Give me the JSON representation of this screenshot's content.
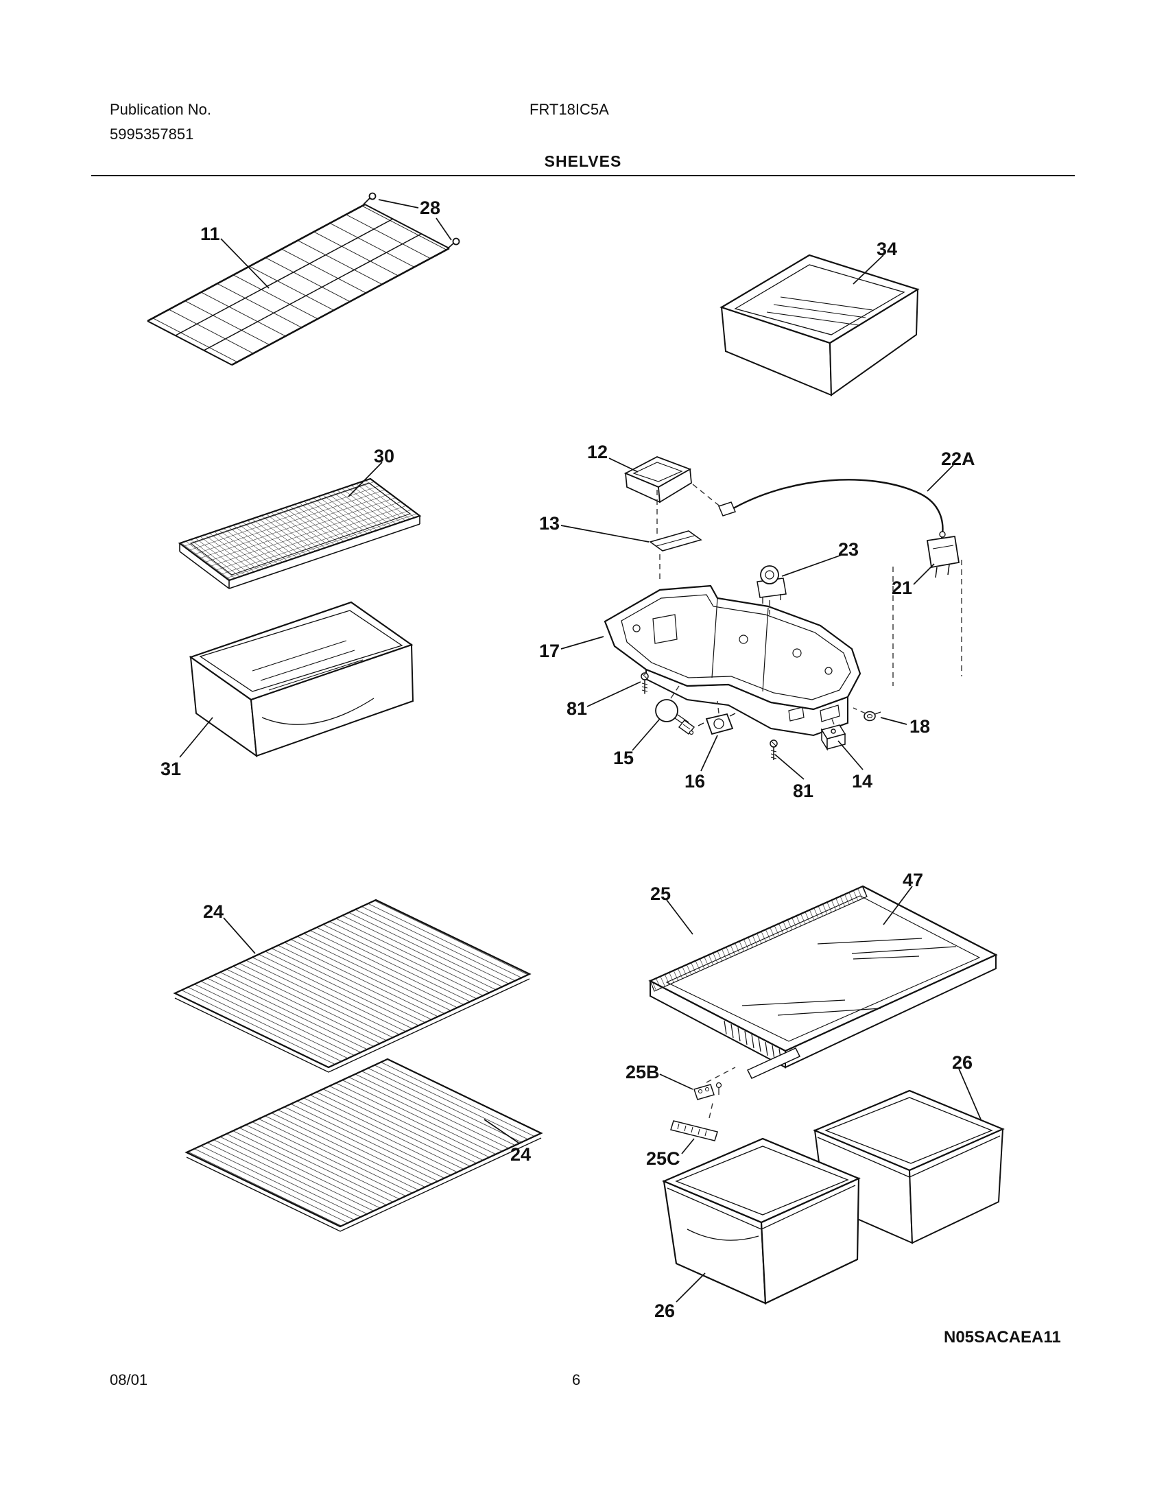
{
  "document": {
    "publication_label": "Publication No.",
    "publication_number": "5995357851",
    "model_number": "FRT18IC5A",
    "section_title": "SHELVES",
    "revision_date": "08/01",
    "page_number": "6",
    "diagram_code": "N05SACAEA11"
  },
  "colors": {
    "ink": "#111111",
    "paper": "#ffffff"
  },
  "callouts": [
    {
      "label": "28"
    },
    {
      "label": "11"
    },
    {
      "label": "34"
    },
    {
      "label": "30"
    },
    {
      "label": "12"
    },
    {
      "label": "22A"
    },
    {
      "label": "13"
    },
    {
      "label": "23"
    },
    {
      "label": "21"
    },
    {
      "label": "17"
    },
    {
      "label": "81"
    },
    {
      "label": "15"
    },
    {
      "label": "16"
    },
    {
      "label": "81"
    },
    {
      "label": "14"
    },
    {
      "label": "18"
    },
    {
      "label": "31"
    },
    {
      "label": "24"
    },
    {
      "label": "25"
    },
    {
      "label": "47"
    },
    {
      "label": "25B"
    },
    {
      "label": "26"
    },
    {
      "label": "25C"
    },
    {
      "label": "24"
    },
    {
      "label": "26"
    }
  ]
}
